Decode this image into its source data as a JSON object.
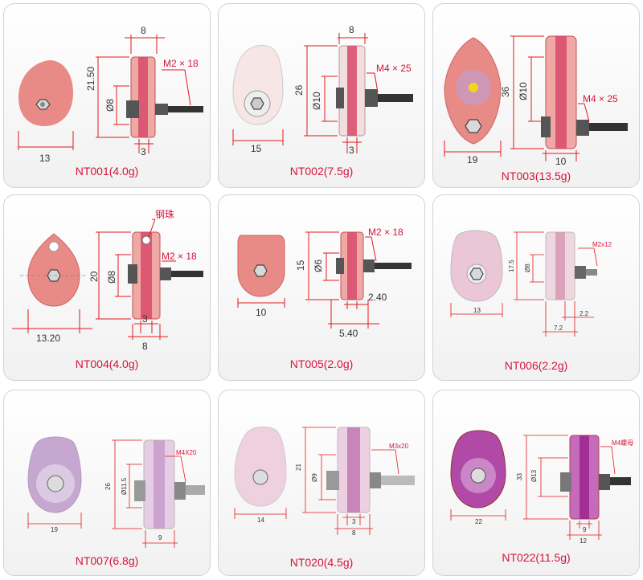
{
  "products": [
    {
      "caption": "NT001(4.0g)",
      "thread": "M2 × 18",
      "dims": [
        "8",
        "21.50",
        "Ø8",
        "13",
        "3"
      ]
    },
    {
      "caption": "NT002(7.5g)",
      "thread": "M4 × 25",
      "dims": [
        "8",
        "26",
        "Ø10",
        "15",
        "3"
      ]
    },
    {
      "caption": "NT003(13.5g)",
      "thread": "M4 × 25",
      "dims": [
        "36",
        "Ø10",
        "19",
        "10"
      ]
    },
    {
      "caption": "NT004(4.0g)",
      "thread": "M2 × 18",
      "note": "钢珠",
      "dims": [
        "20",
        "Ø8",
        "13.20",
        "3",
        "8"
      ]
    },
    {
      "caption": "NT005(2.0g)",
      "thread": "M2 × 18",
      "dims": [
        "15",
        "Ø6",
        "10",
        "2.40",
        "5.40"
      ]
    },
    {
      "caption": "NT006(2.2g)",
      "thread": "M2x12",
      "dims": [
        "17.5",
        "Ø8",
        "13",
        "2.2",
        "7.2"
      ]
    },
    {
      "caption": "NT007(6.8g)",
      "thread": "M4X20",
      "dims": [
        "26",
        "Ø11.5",
        "19",
        "9"
      ]
    },
    {
      "caption": "NT020(4.5g)",
      "thread": "M3x20",
      "dims": [
        "21",
        "Ø9",
        "14",
        "3",
        "8"
      ]
    },
    {
      "caption": "NT022(11.5g)",
      "thread": "M4螺母",
      "dims": [
        "33",
        "Ø13",
        "22",
        "9",
        "12"
      ]
    }
  ],
  "colors": {
    "caption": "#d6143a",
    "dimension_line": "#e01a1a",
    "card_border": "#d2d2d2"
  }
}
